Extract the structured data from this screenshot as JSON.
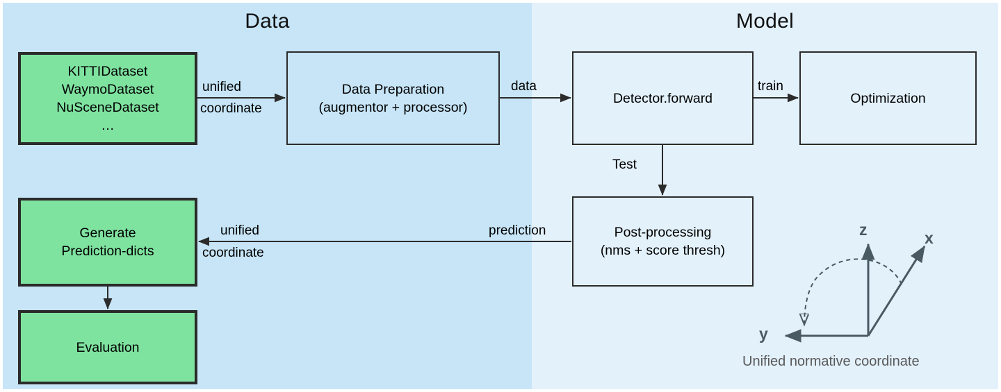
{
  "panels": {
    "data": {
      "title": "Data",
      "color": "#c7e5f7"
    },
    "model": {
      "title": "Model",
      "color": "#e3f1fb"
    }
  },
  "colors": {
    "green_node": "#7fe3a0",
    "node_border": "#2b2b2b",
    "arrow": "#2b2b2b",
    "axis": "#4a5a63",
    "caption_text": "#5a5a5a"
  },
  "nodes": {
    "datasets": {
      "label": "KITTIDataset\nWaymoDataset\nNuSceneDataset\n…",
      "style": "green"
    },
    "data_preparation": {
      "label": "Data Preparation\n(augmentor + processor)",
      "style": "plain"
    },
    "detector_forward": {
      "label": "Detector.forward",
      "style": "plain"
    },
    "optimization": {
      "label": "Optimization",
      "style": "plain"
    },
    "post_processing": {
      "label": "Post-processing\n(nms + score thresh)",
      "style": "plain"
    },
    "generate_prediction_dicts": {
      "label": "Generate\nPrediction-dicts",
      "style": "green"
    },
    "evaluation": {
      "label": "Evaluation",
      "style": "green"
    }
  },
  "edges": {
    "datasets_to_prep": {
      "label_top": "unified",
      "label_bottom": "coordinate"
    },
    "prep_to_detector": {
      "label": "data"
    },
    "detector_to_optimization": {
      "label": "train"
    },
    "detector_to_post": {
      "label": "Test"
    },
    "post_to_generate": {
      "label": "prediction"
    },
    "post_to_generate_unified": {
      "label_top": "unified",
      "label_bottom": "coordinate"
    }
  },
  "coordinate_widget": {
    "caption": "Unified normative coordinate",
    "axes": {
      "z": "z",
      "x": "x",
      "y": "y"
    }
  }
}
